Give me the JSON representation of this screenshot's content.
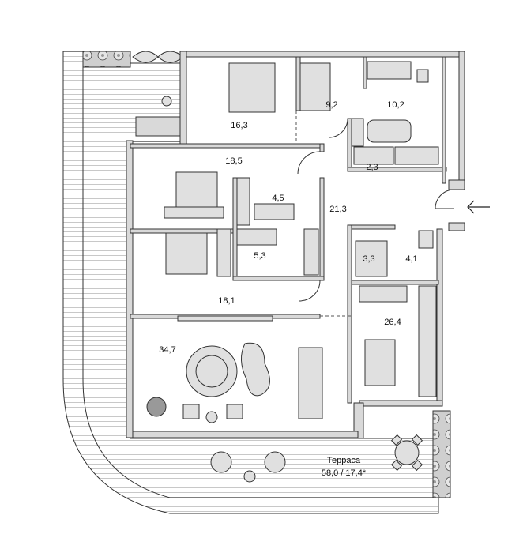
{
  "plan": {
    "rooms": [
      {
        "id": "bedroom-1",
        "area": "16,3"
      },
      {
        "id": "wardrobe-1",
        "area": "9,2"
      },
      {
        "id": "bathroom-1",
        "area": "10,2"
      },
      {
        "id": "bedroom-2",
        "area": "18,5"
      },
      {
        "id": "storage",
        "area": "2,3"
      },
      {
        "id": "bathroom-2",
        "area": "4,5"
      },
      {
        "id": "hall",
        "area": "21,3"
      },
      {
        "id": "bathroom-3",
        "area": "5,3"
      },
      {
        "id": "laundry",
        "area": "3,3"
      },
      {
        "id": "wc",
        "area": "4,1"
      },
      {
        "id": "bedroom-3",
        "area": "18,1"
      },
      {
        "id": "kitchen",
        "area": "26,4"
      },
      {
        "id": "living-room",
        "area": "34,7"
      }
    ],
    "terrace": {
      "label": "Терраса",
      "area": "58,0 / 17,4*"
    },
    "entrance_icon": "arrow-left-icon",
    "colors": {
      "wall": "#d9d9d9",
      "line": "#333333",
      "furniture": "#e0e0e0",
      "plants": "#bbbbbb"
    }
  }
}
